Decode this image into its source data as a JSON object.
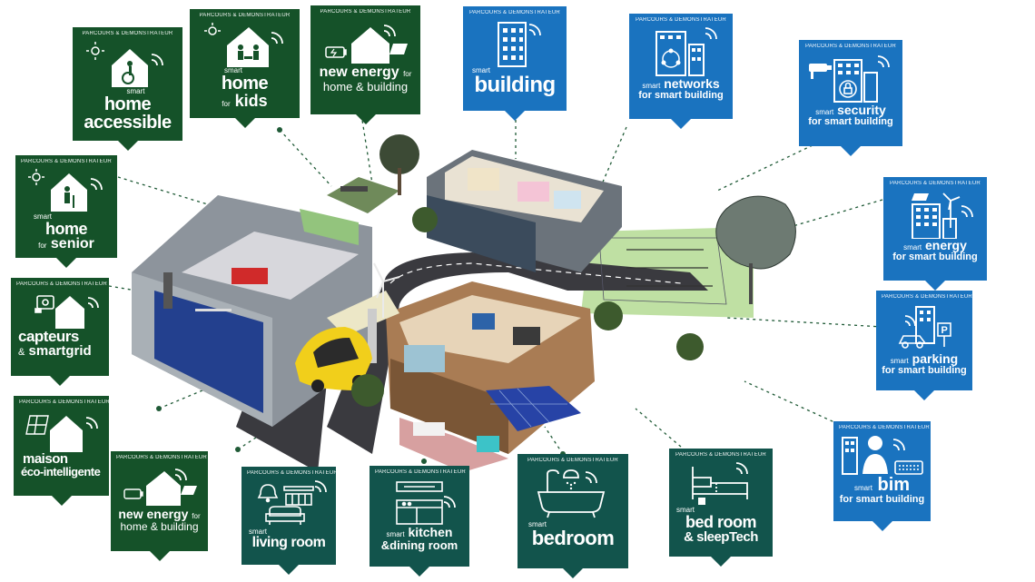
{
  "tag": "PARCOURS & DEMONSTRATEUR",
  "tiles": {
    "home_accessible": {
      "small": "smart",
      "line1": "home",
      "line2": "accessible"
    },
    "home_kids": {
      "small": "smart",
      "line1": "home",
      "for": "for",
      "line2": "kids"
    },
    "new_energy_top": {
      "line1": "new energy",
      "for": "for",
      "line2": "home & building"
    },
    "building": {
      "small": "smart",
      "line1": "building"
    },
    "networks": {
      "small": "smart",
      "line1": "networks",
      "line2": "for smart building"
    },
    "security": {
      "small": "smart",
      "line1": "security",
      "line2": "for smart building"
    },
    "home_senior": {
      "small": "smart",
      "line1": "home",
      "for": "for",
      "line2": "senior"
    },
    "energy": {
      "small": "smart",
      "line1": "energy",
      "line2": "for smart building"
    },
    "capteurs": {
      "line1": "capteurs",
      "amp": "&",
      "line2": "smartgrid"
    },
    "parking": {
      "small": "smart",
      "line1": "parking",
      "line2": "for smart building"
    },
    "maison": {
      "line1": "maison",
      "line2": "éco-intelligente"
    },
    "bim": {
      "small": "smart",
      "line1": "bim",
      "line2": "for smart building"
    },
    "new_energy_bottom": {
      "line1": "new energy",
      "for": "for",
      "line2": "home & building"
    },
    "living_room": {
      "small": "smart",
      "line1": "living room"
    },
    "kitchen": {
      "small": "smart",
      "line1": "kitchen",
      "line2": "&dining room"
    },
    "bedroom": {
      "small": "smart",
      "line1": "bedroom"
    },
    "bed_room": {
      "small": "smart",
      "line1": "bed room",
      "line2": "& sleepTech"
    }
  },
  "colors": {
    "green_tile": "#155229",
    "teal_tile": "#12544c",
    "blue_tile": "#1a73bf",
    "connector": "#1f5a36"
  },
  "icons": [
    "sun-icon",
    "house-icon",
    "wheelchair-icon",
    "wifi-icon",
    "family-icon",
    "battery-icon",
    "solar-panel-icon",
    "building-icon",
    "network-icon",
    "camera-icon",
    "lock-icon",
    "wind-turbine-icon",
    "elderly-icon",
    "sensor-icon",
    "car-icon",
    "parking-icon",
    "person-icon",
    "keyboard-icon",
    "bell-icon",
    "sofa-icon",
    "stove-icon",
    "bathtub-icon",
    "bed-icon"
  ]
}
